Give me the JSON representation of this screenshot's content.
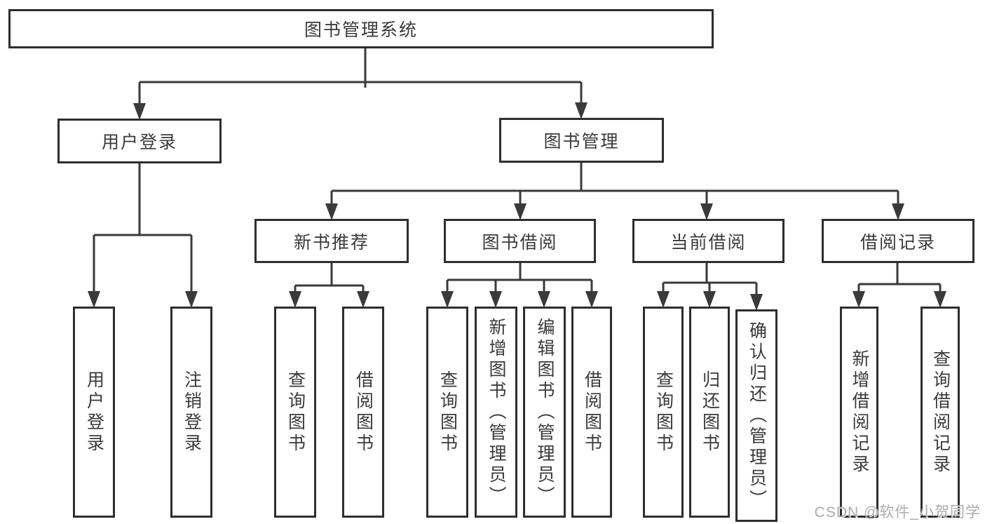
{
  "diagram": {
    "root": {
      "label": "图书管理系统"
    },
    "user_login": {
      "label": "用户登录",
      "children": {
        "login": {
          "label": "用户登录"
        },
        "logout": {
          "label": "注销登录"
        }
      }
    },
    "book_management": {
      "label": "图书管理",
      "new_book": {
        "label": "新书推荐",
        "children": {
          "query": {
            "label": "查询图书"
          },
          "borrow": {
            "label": "借阅图书"
          }
        }
      },
      "book_borrow": {
        "label": "图书借阅",
        "children": {
          "query": {
            "label": "查询图书"
          },
          "add": {
            "label": "新增图书（管理员）"
          },
          "edit": {
            "label": "编辑图书（管理员）"
          },
          "borrow": {
            "label": "借阅图书"
          }
        }
      },
      "current_borrow": {
        "label": "当前借阅",
        "children": {
          "query": {
            "label": "查询图书"
          },
          "return": {
            "label": "归还图书"
          },
          "confirm": {
            "label": "确认归还（管理员）"
          }
        }
      },
      "borrow_records": {
        "label": "借阅记录",
        "children": {
          "add": {
            "label": "新增借阅记录"
          },
          "query": {
            "label": "查询借阅记录"
          }
        }
      }
    }
  },
  "watermark": {
    "text": "CSDN @软件_小贺同学"
  },
  "colors": {
    "line": "#3a3a3a",
    "box_border": "#2e2e2e",
    "text": "#3a3a3a",
    "watermark": "#ababab",
    "background": "#ffffff"
  }
}
